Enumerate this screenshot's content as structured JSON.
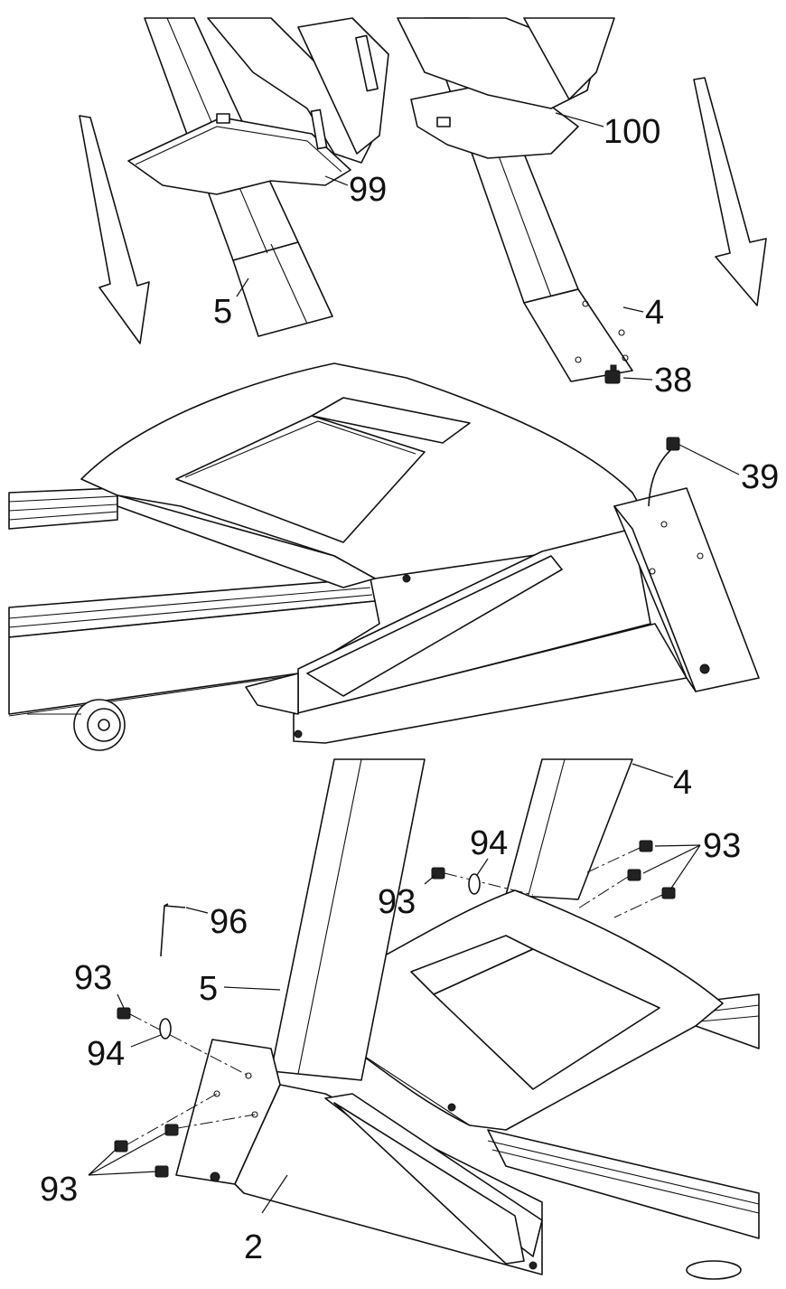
{
  "labels": {
    "p99": "99",
    "p100": "100",
    "p5_top": "5",
    "p4_top": "4",
    "p38": "38",
    "p39": "39",
    "p4_bottom": "4",
    "p94_mid": "94",
    "p93_mid": "93",
    "p93_right": "93",
    "p96": "96",
    "p93_left": "93",
    "p94_left": "94",
    "p5_bottom": "5",
    "p93_bottom": "93",
    "p2": "2"
  }
}
